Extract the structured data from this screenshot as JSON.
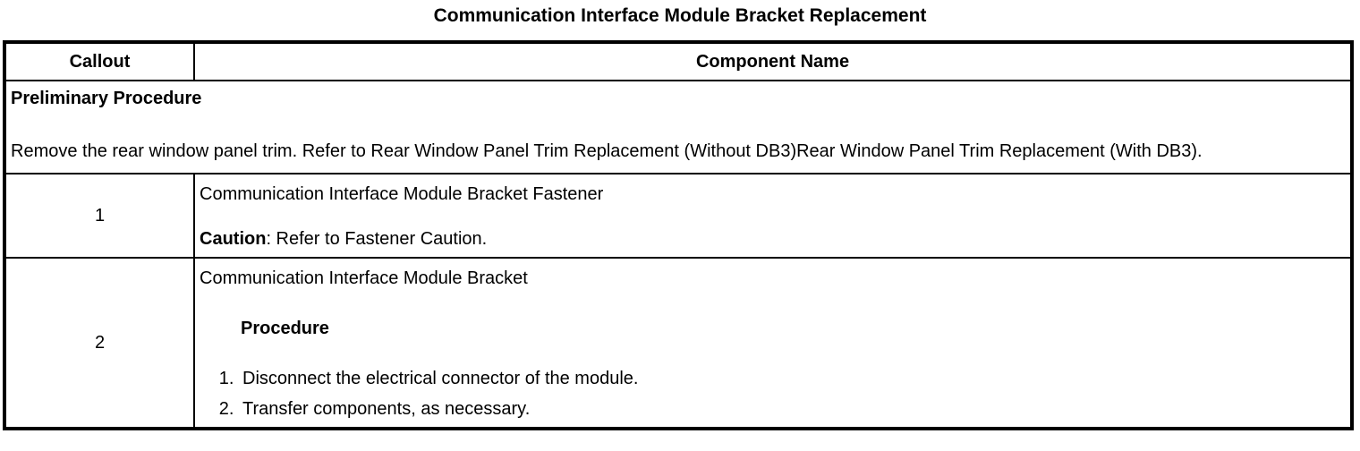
{
  "page": {
    "title": "Communication Interface Module Bracket Replacement"
  },
  "table": {
    "headers": {
      "callout": "Callout",
      "component": "Component Name"
    },
    "preliminary": {
      "heading": "Preliminary Procedure",
      "body": "Remove the rear window panel trim. Refer to Rear Window Panel Trim Replacement (Without DB3)Rear Window Panel Trim Replacement (With DB3)."
    },
    "rows": [
      {
        "callout": "1",
        "name": "Communication Interface Module Bracket Fastener",
        "caution_label": "Caution",
        "caution_text": ": Refer to Fastener Caution."
      },
      {
        "callout": "2",
        "name": "Communication Interface Module Bracket",
        "procedure_heading": "Procedure",
        "steps": [
          "Disconnect the electrical connector of the module.",
          "Transfer components, as necessary."
        ]
      }
    ]
  }
}
